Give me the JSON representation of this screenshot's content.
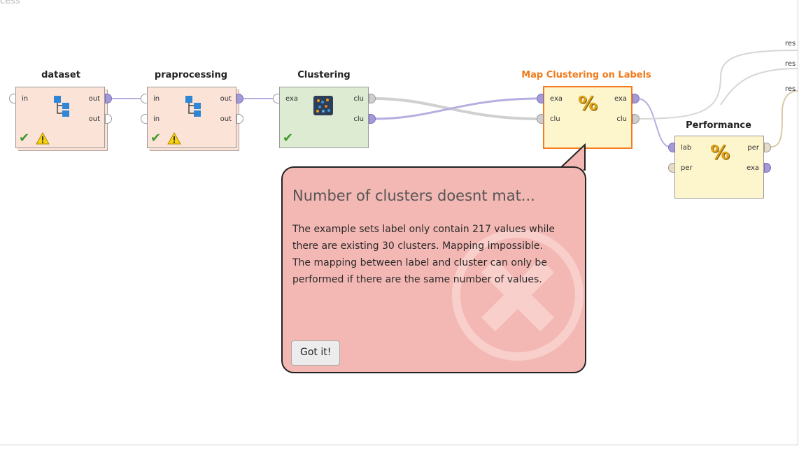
{
  "process": {
    "title_fragment": "cess"
  },
  "operators": [
    {
      "name": "dataset",
      "ports_in": [
        "in"
      ],
      "ports_out": [
        "out",
        "out"
      ],
      "status": [
        "check",
        "warning"
      ],
      "icon": "retrieve-tree-icon"
    },
    {
      "name": "praprocessing",
      "ports_in": [
        "in",
        "in"
      ],
      "ports_out": [
        "out",
        "out"
      ],
      "status": [
        "check",
        "warning"
      ],
      "icon": "retrieve-tree-icon"
    },
    {
      "name": "Clustering",
      "ports_in": [
        "exa"
      ],
      "ports_out": [
        "clu",
        "clu"
      ],
      "status": [
        "check"
      ],
      "icon": "clustering-icon"
    },
    {
      "name": "Map Clustering on Labels",
      "ports_in": [
        "exa",
        "clu"
      ],
      "ports_out": [
        "exa",
        "clu"
      ],
      "status": [],
      "icon": "percent-icon",
      "selected": true
    },
    {
      "name": "Performance",
      "ports_in": [
        "lab",
        "per"
      ],
      "ports_out": [
        "per",
        "exa"
      ],
      "status": [],
      "icon": "percent-icon"
    }
  ],
  "result_ports": [
    "res",
    "res",
    "res"
  ],
  "popup": {
    "title": "Number of clusters doesnt mat...",
    "body_1": "The example sets label only contain 217 values while there are existing 30 clusters. Mapping impossible.",
    "body_2": "The mapping between label and cluster can only be performed if there are the same number of values.",
    "button": "Got it!"
  },
  "colors": {
    "selected_accent": "#f47b20",
    "popup_bg": "#f4b8b4",
    "port_filled": "#a59ad9"
  }
}
